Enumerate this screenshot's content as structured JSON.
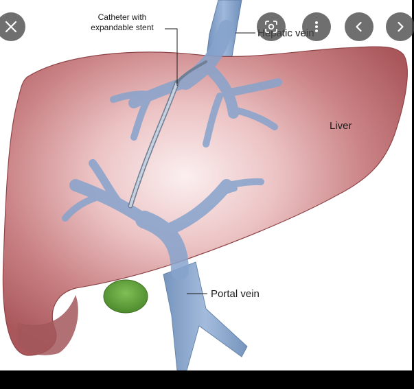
{
  "viewer": {
    "controls": {
      "close_icon": "close-icon",
      "lens_icon": "lens-icon",
      "more_icon": "more-vert-icon",
      "prev_icon": "chevron-left-icon",
      "next_icon": "chevron-right-icon"
    }
  },
  "diagram": {
    "labels": {
      "catheter_line1": "Catheter with",
      "catheter_line2": "expandable stent",
      "hepatic_vein": "Hepatic vein",
      "liver": "Liver",
      "portal_vein": "Portal vein"
    },
    "colors": {
      "liver": "#b8686a",
      "liver_highlight": "#f3dcdc",
      "vein": "#7f9fc7",
      "gallbladder": "#5f9a3d",
      "background": "#ffffff",
      "frame": "#000000"
    }
  }
}
